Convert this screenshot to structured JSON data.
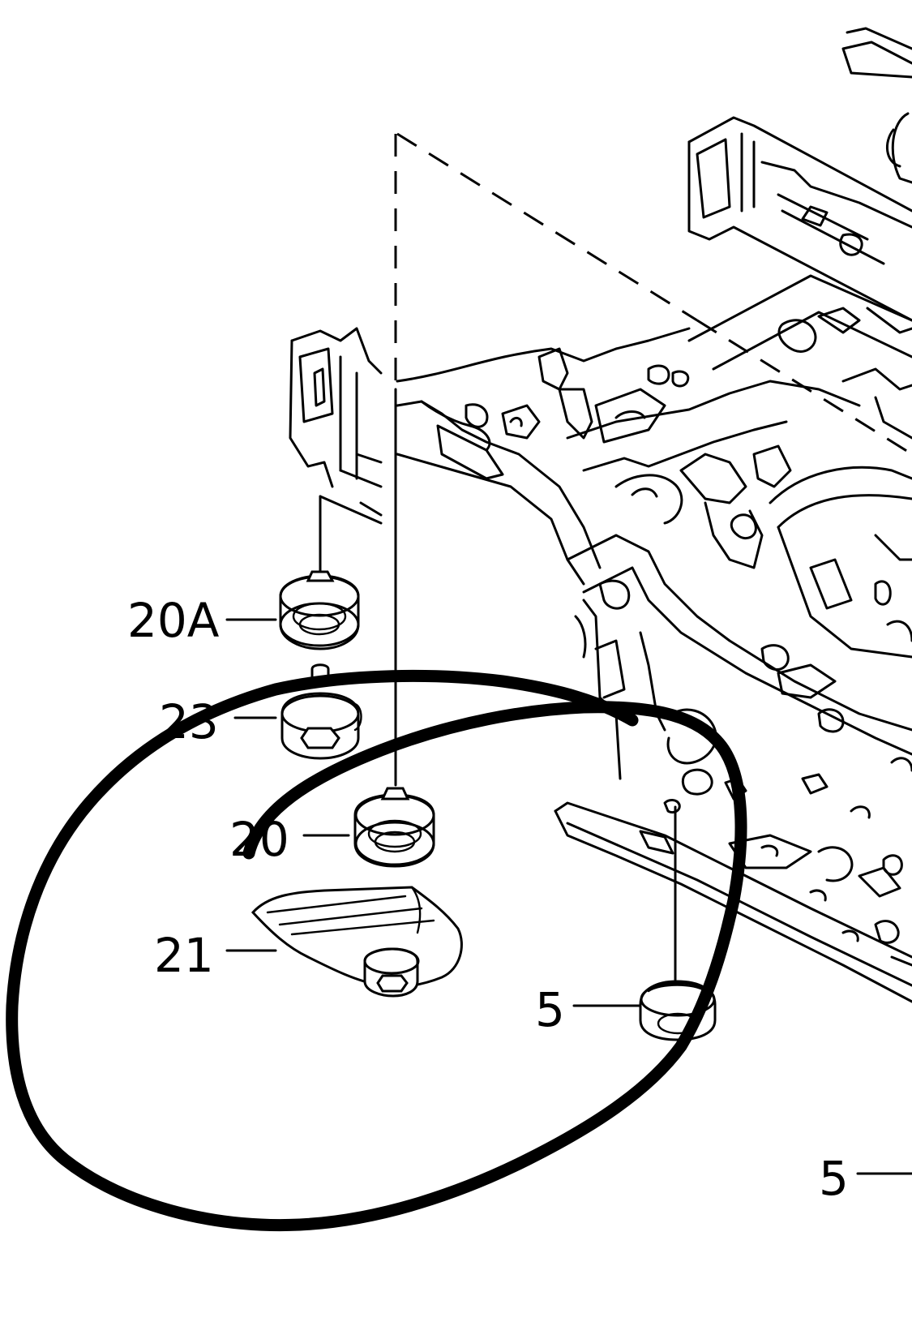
{
  "diagram": {
    "callouts": {
      "part_20a": "20A",
      "part_23": "23",
      "part_20": "20",
      "part_21": "21",
      "part_5_inner": "5",
      "part_5_outer": "5"
    },
    "colors": {
      "line_art": "#000000",
      "background": "#ffffff",
      "annotation_marker": "#000000"
    }
  }
}
